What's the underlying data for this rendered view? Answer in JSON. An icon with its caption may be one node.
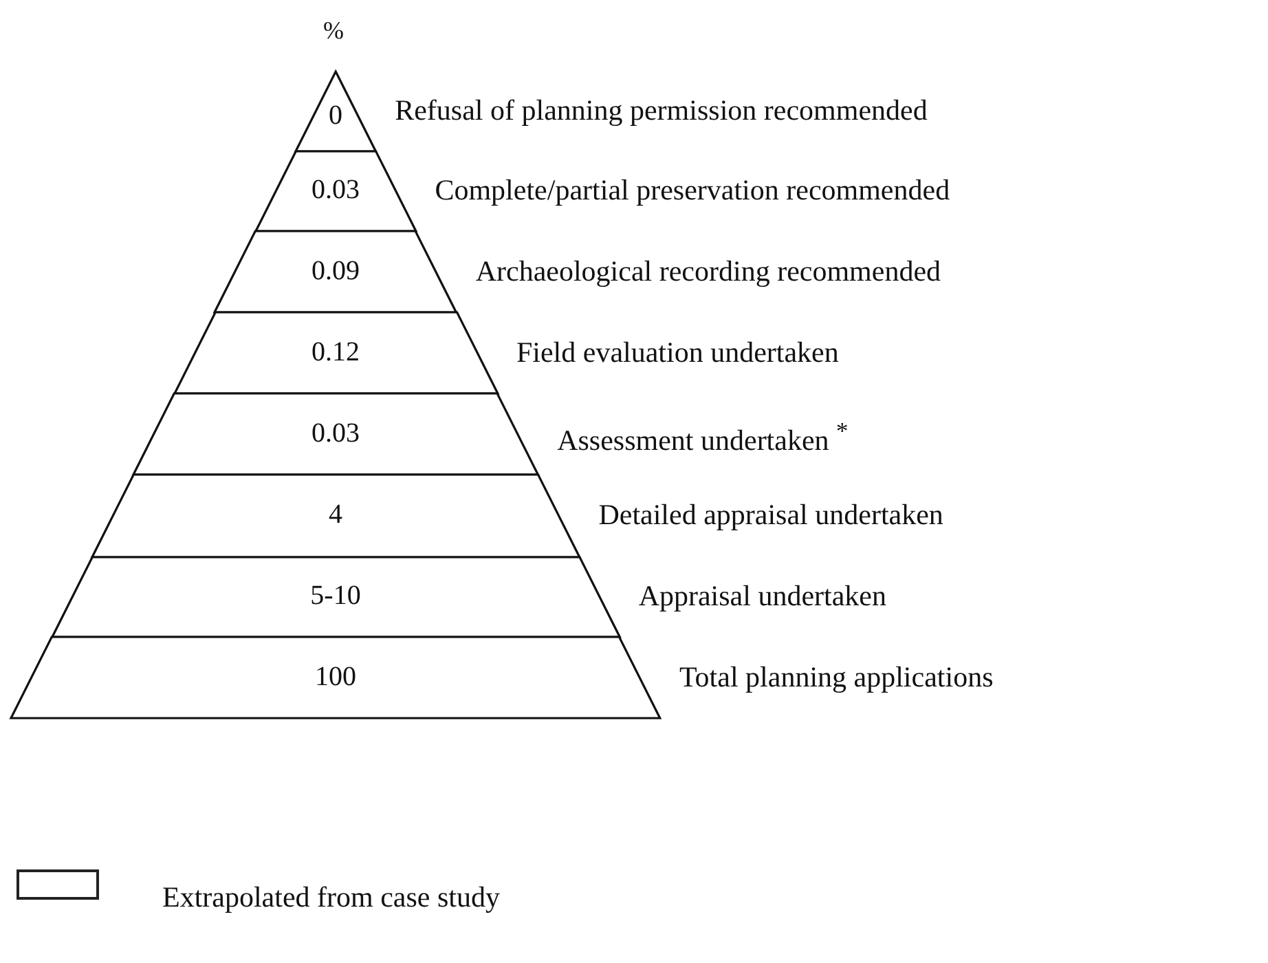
{
  "diagram": {
    "nodes": [
      {
        "text": [
          "0"
        ],
        "beside": [
          "Refusal of planning permission recommended"
        ]
      },
      {
        "text": [
          "0.03"
        ],
        "beside": [
          "Complete/partial preservation recommended"
        ]
      },
      {
        "text": [
          "0.09"
        ],
        "beside": [
          "Archaeological recording recommended"
        ]
      },
      {
        "text": [
          "0.12"
        ],
        "beside": [
          "Field evaluation undertaken"
        ]
      },
      {
        "text": [
          "0.03"
        ],
        "beside": [
          "Assessment undertaken $^{*}$"
        ]
      },
      {
        "text": [
          "4"
        ],
        "beside": [
          "Detailed appraisal undertaken"
        ]
      },
      {
        "text": [
          "5-10"
        ],
        "beside": [
          "Appraisal undertaken"
        ]
      },
      {
        "text": [
          "100"
        ],
        "beside": [
          "Total planning applications"
        ]
      }
    ],
    "edges": [],
    "labels": [
      "%"
    ],
    "legend": [
      {
        "text": "Extrapolated from case study",
        "color": "#ffffff"
      }
    ]
  }
}
